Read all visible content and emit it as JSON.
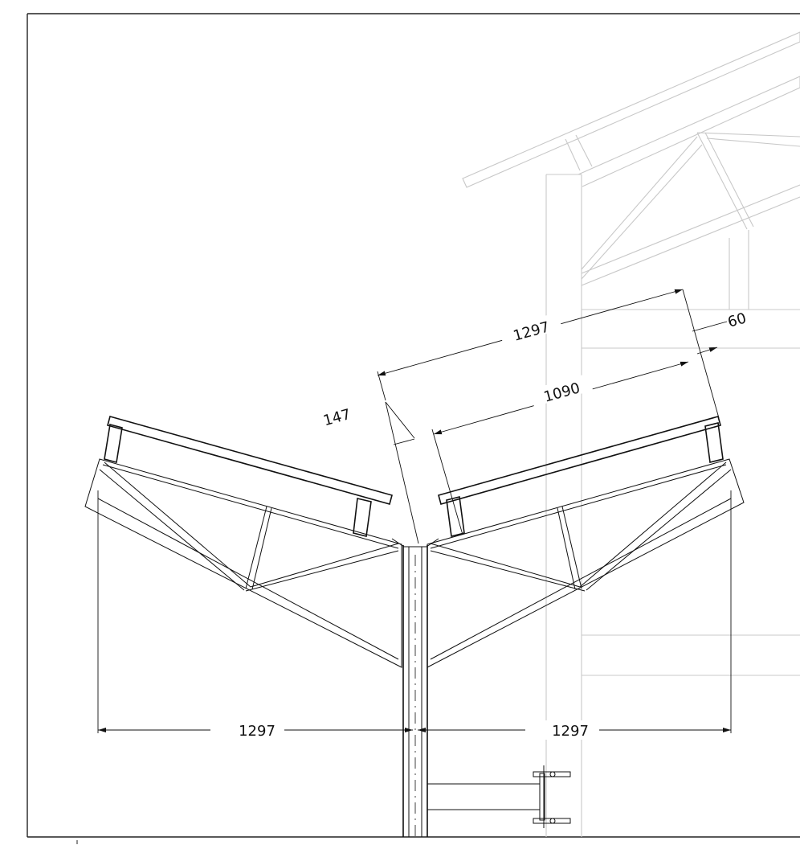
{
  "dimensions": {
    "top_length": "1297",
    "offset": "60",
    "inner_length": "1090",
    "vertical": "147",
    "base_left": "1297",
    "base_right": "1297"
  },
  "colors": {
    "ink": "#111111",
    "ghost": "#c8c8c8",
    "frame": "#222222",
    "background": "#ffffff"
  }
}
